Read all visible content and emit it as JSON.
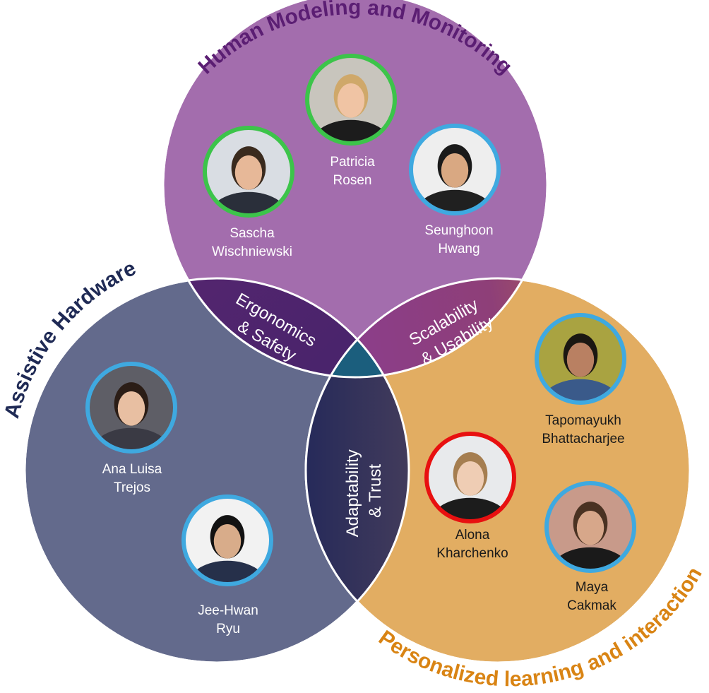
{
  "circles": {
    "top": {
      "title": "Human Modeling and Monitoring",
      "color": "#a36dad",
      "title_color": "#5b1e73"
    },
    "left": {
      "title": "Assistive Hardware",
      "color": "#636a8c",
      "title_color": "#1f2a55"
    },
    "right": {
      "title": "Personalized learning and interaction",
      "color": "#e2ad62",
      "title_color": "#d98414"
    }
  },
  "overlaps": {
    "top_left": {
      "line1": "Ergonomics",
      "line2": "& Safety"
    },
    "top_right": {
      "line1": "Scalability",
      "line2": "& Usability"
    },
    "left_right": {
      "line1": "Adaptability",
      "line2": "& Trust"
    },
    "center_color": "#1b5e7d"
  },
  "ring_colors": {
    "green": "#3cc44a",
    "blue": "#3fa9e0",
    "red": "#e81010"
  },
  "people": [
    {
      "first": "Sascha",
      "last": "Wischniewski",
      "ring": "green"
    },
    {
      "first": "Patricia",
      "last": "Rosen",
      "ring": "green"
    },
    {
      "first": "Seunghoon",
      "last": "Hwang",
      "ring": "blue"
    },
    {
      "first": "Ana Luisa",
      "last": "Trejos",
      "ring": "blue"
    },
    {
      "first": "Jee-Hwan",
      "last": "Ryu",
      "ring": "blue"
    },
    {
      "first": "Tapomayukh",
      "last": "Bhattacharjee",
      "ring": "blue"
    },
    {
      "first": "Alona",
      "last": "Kharchenko",
      "ring": "red"
    },
    {
      "first": "Maya",
      "last": "Cakmak",
      "ring": "blue"
    }
  ]
}
